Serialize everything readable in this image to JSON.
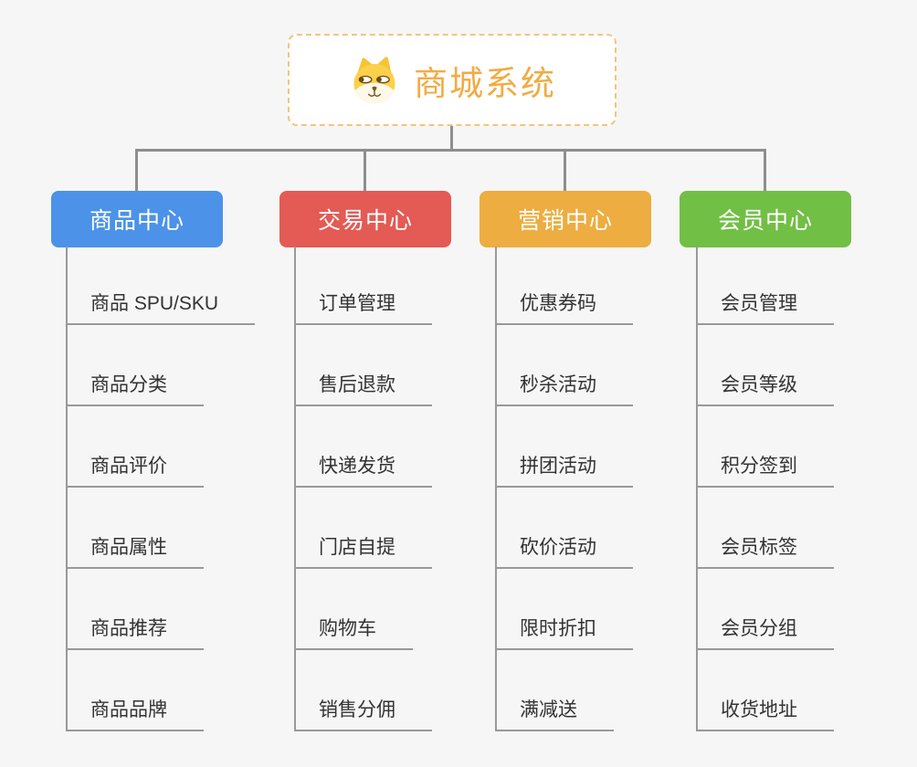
{
  "root": {
    "title": "商城系统",
    "icon": "dog-face-icon",
    "title_color": "#f2ab43",
    "border_color": "#f2c57e"
  },
  "colors": {
    "background": "#f6f6f6",
    "connector": "#8e8e8e",
    "leaf_line": "#999999",
    "leaf_text": "#333333"
  },
  "branches": [
    {
      "label": "商品中心",
      "color": "#4b92e8",
      "items": [
        "商品 SPU/SKU",
        "商品分类",
        "商品评价",
        "商品属性",
        "商品推荐",
        "商品品牌"
      ]
    },
    {
      "label": "交易中心",
      "color": "#e45a54",
      "items": [
        "订单管理",
        "售后退款",
        "快递发货",
        "门店自提",
        "购物车",
        "销售分佣"
      ]
    },
    {
      "label": "营销中心",
      "color": "#edad40",
      "items": [
        "优惠券码",
        "秒杀活动",
        "拼团活动",
        "砍价活动",
        "限时折扣",
        "满减送"
      ]
    },
    {
      "label": "会员中心",
      "color": "#72bf45",
      "items": [
        "会员管理",
        "会员等级",
        "积分签到",
        "会员标签",
        "会员分组",
        "收货地址"
      ]
    }
  ]
}
